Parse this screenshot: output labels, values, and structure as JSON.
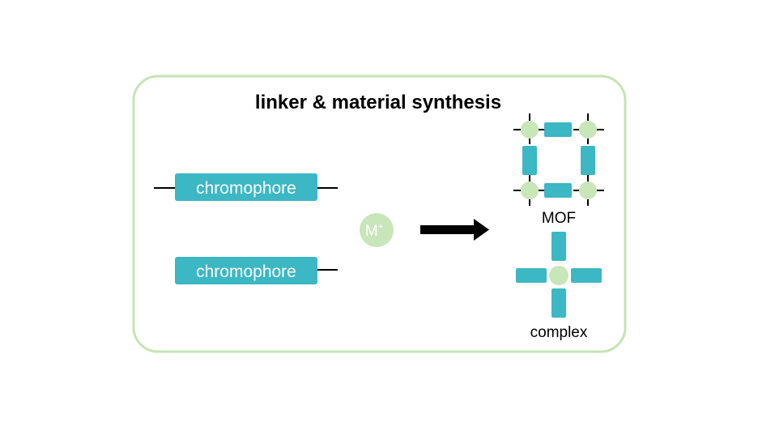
{
  "diagram": {
    "title": "linker & material synthesis",
    "linker_top": {
      "label": "chromophore"
    },
    "linker_bottom": {
      "label": "chromophore"
    },
    "metal_ion": {
      "label": "M",
      "superscript": "+"
    },
    "products": {
      "mof": {
        "label": "MOF"
      },
      "complex": {
        "label": "complex"
      }
    }
  },
  "colors": {
    "frame_border": "#c6e3b5",
    "chromophore_fill": "#3cb7c4",
    "chromophore_text": "#ffffff",
    "node_fill": "#c8e6b9",
    "line": "#000000",
    "text": "#000000"
  }
}
